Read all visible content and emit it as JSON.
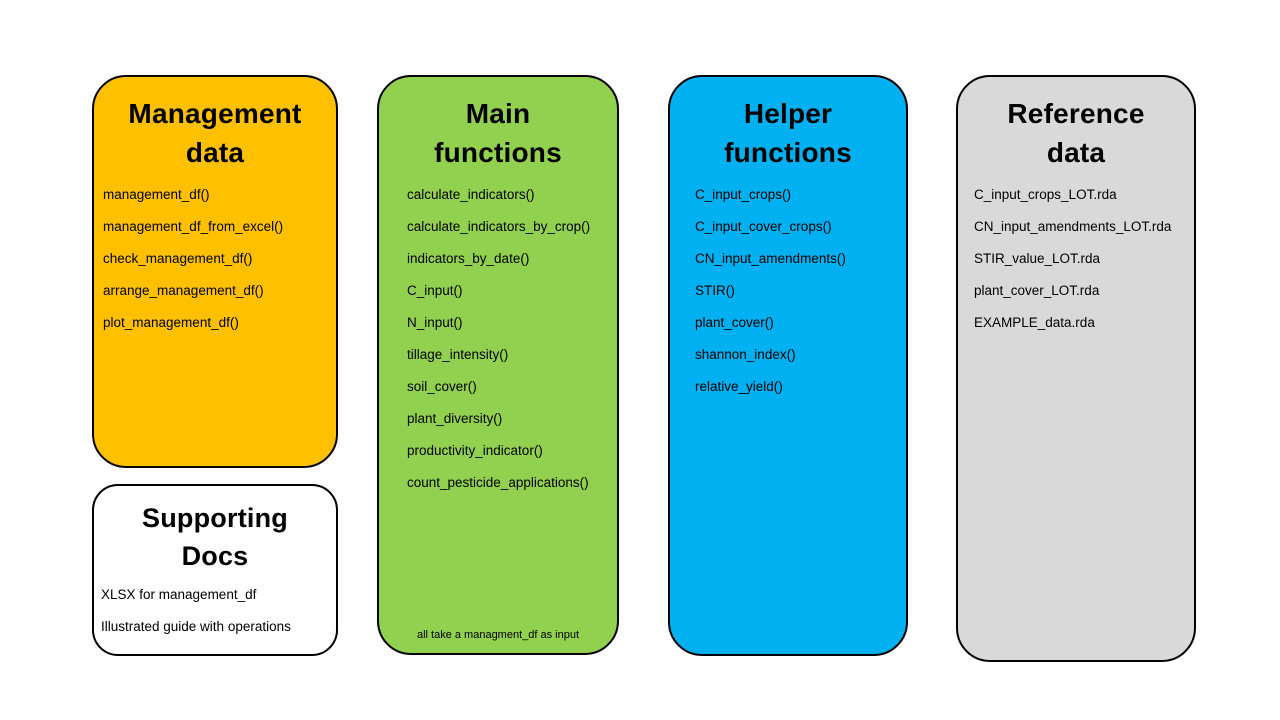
{
  "columns": [
    {
      "title_line1": "Management",
      "title_line2": "data",
      "color": "#FFC000",
      "items": [
        "management_df()",
        "management_df_from_excel()",
        "check_management_df()",
        "arrange_management_df()",
        "plot_management_df()"
      ]
    },
    {
      "title_line1": "Main",
      "title_line2": "functions",
      "color": "#92D050",
      "items": [
        "calculate_indicators()",
        "calculate_indicators_by_crop()",
        "indicators_by_date()",
        "C_input()",
        "N_input()",
        "tillage_intensity()",
        "soil_cover()",
        "plant_diversity()",
        "productivity_indicator()",
        "count_pesticide_applications()"
      ],
      "footnote": "all take a managment_df as input"
    },
    {
      "title_line1": "Helper",
      "title_line2": "functions",
      "color": "#00B0F0",
      "items": [
        "C_input_crops()",
        "C_input_cover_crops()",
        "CN_input_amendments()",
        "STIR()",
        "plant_cover()",
        "shannon_index()",
        "relative_yield()"
      ]
    },
    {
      "title_line1": "Reference",
      "title_line2": "data",
      "color": "#D9D9D9",
      "items": [
        "C_input_crops_LOT.rda",
        "CN_input_amendments_LOT.rda",
        "STIR_value_LOT.rda",
        "plant_cover_LOT.rda",
        "EXAMPLE_data.rda"
      ]
    }
  ],
  "supporting_docs": {
    "title_line1": "Supporting",
    "title_line2": "Docs",
    "color": "#FFFFFF",
    "items": [
      "XLSX for management_df",
      "Illustrated guide with operations"
    ]
  }
}
